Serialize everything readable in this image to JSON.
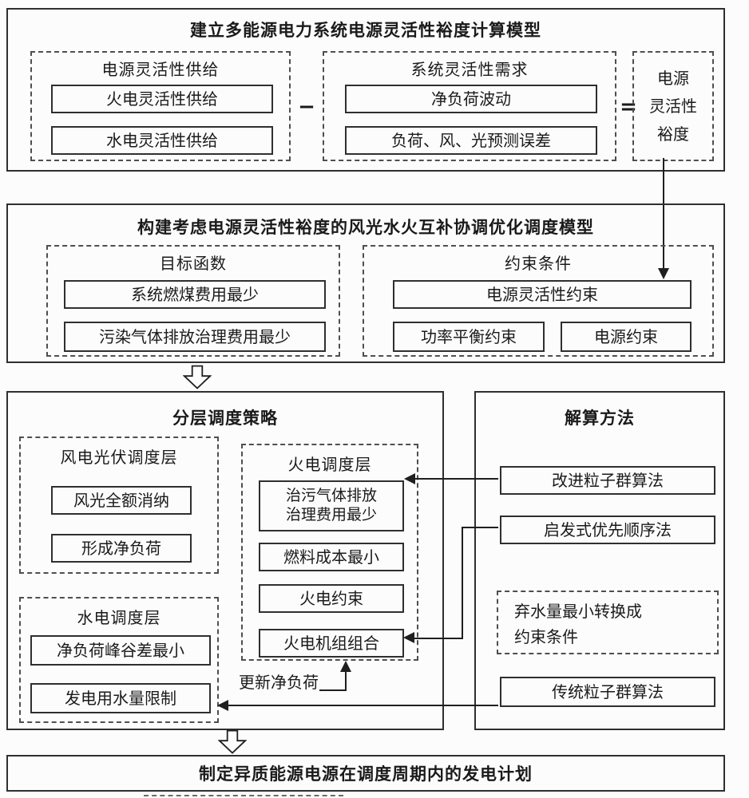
{
  "style": {
    "ink": "#1f1f1f",
    "paper": "#fcfcfc"
  },
  "model_box": {
    "title": "建立多能源电力系统电源灵活性裕度计算模型",
    "supply": {
      "label": "电源灵活性供给",
      "items": [
        "火电灵活性供给",
        "水电灵活性供给"
      ]
    },
    "minus": "−",
    "demand": {
      "label": "系统灵活性需求",
      "items": [
        "净负荷波动",
        "负荷、风、光预测误差"
      ]
    },
    "equals": "=",
    "margin": {
      "line1": "电源",
      "line2": "灵活性",
      "line3": "裕度"
    }
  },
  "dispatch_model": {
    "title": "构建考虑电源灵活性裕度的风光水火互补协调优化调度模型",
    "objective": {
      "label": "目标函数",
      "items": [
        "系统燃煤费用最少",
        "污染气体排放治理费用最少"
      ]
    },
    "constraints": {
      "label": "约束条件",
      "flexibility": "电源灵活性约束",
      "power_balance": "功率平衡约束",
      "source": "电源约束"
    }
  },
  "strategy": {
    "title": "分层调度策略",
    "wind_solar": {
      "label": "风电光伏调度层",
      "items": [
        "风光全额消纳",
        "形成净负荷"
      ]
    },
    "thermal": {
      "label": "火电调度层",
      "item1_line1": "治污气体排放",
      "item1_line2": "治理费用最少",
      "item2": "燃料成本最小",
      "item3": "火电约束",
      "item4": "火电机组组合"
    },
    "hydro": {
      "label": "水电调度层",
      "items": [
        "净负荷峰谷差最小",
        "发电用水量限制"
      ]
    },
    "update_label": "更新净负荷"
  },
  "solver": {
    "title": "解算方法",
    "improved_pso": "改进粒子群算法",
    "heuristic": "启发式优先顺序法",
    "water_line1": "弃水量最小转换成",
    "water_line2": "约束条件",
    "traditional_pso": "传统粒子群算法"
  },
  "output": {
    "title": "制定异质能源电源在调度周期内的发电计划"
  }
}
